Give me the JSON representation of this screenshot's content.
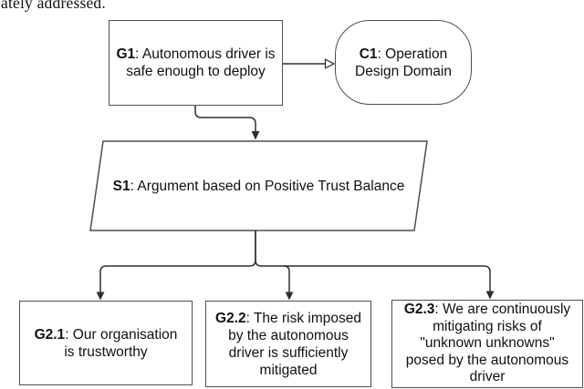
{
  "page": {
    "background_color": "#ffffff",
    "fragment_text": "ately addressed."
  },
  "diagram": {
    "colors": {
      "node_border": "#4f4f4f",
      "connector": "#2e2e2e",
      "text": "#111111",
      "background": "#ffffff"
    },
    "nodes": {
      "g1": {
        "id": "G1",
        "text": ": Autonomous driver is\nsafe enough to deploy",
        "shape": "rectangle",
        "role": "goal"
      },
      "c1": {
        "id": "C1",
        "text": ": Operation\nDesign Domain",
        "shape": "rounded-rectangle",
        "role": "context"
      },
      "s1": {
        "id": "S1",
        "text": ": Argument based on Positive Trust Balance",
        "shape": "parallelogram",
        "role": "strategy"
      },
      "g2_1": {
        "id": "G2.1",
        "text": ": Our organisation\nis trustworthy",
        "shape": "rectangle",
        "role": "goal"
      },
      "g2_2": {
        "id": "G2.2",
        "text": ": The risk imposed\nby the autonomous\ndriver is sufficiently\nmitigated",
        "shape": "rectangle",
        "role": "goal"
      },
      "g2_3": {
        "id": "G2.3",
        "text": ": We are continuously\nmitigating risks of\n\"unknown unknowns\"\nposed by the autonomous\ndriver",
        "shape": "rectangle",
        "role": "goal"
      }
    },
    "edges": [
      {
        "from": "G1",
        "to": "C1",
        "relation": "in-context-of",
        "arrowhead": "hollow"
      },
      {
        "from": "G1",
        "to": "S1",
        "relation": "supported-by",
        "arrowhead": "solid"
      },
      {
        "from": "S1",
        "to": "G2.1",
        "relation": "supported-by",
        "arrowhead": "solid"
      },
      {
        "from": "S1",
        "to": "G2.2",
        "relation": "supported-by",
        "arrowhead": "solid"
      },
      {
        "from": "S1",
        "to": "G2.3",
        "relation": "supported-by",
        "arrowhead": "solid"
      }
    ]
  }
}
